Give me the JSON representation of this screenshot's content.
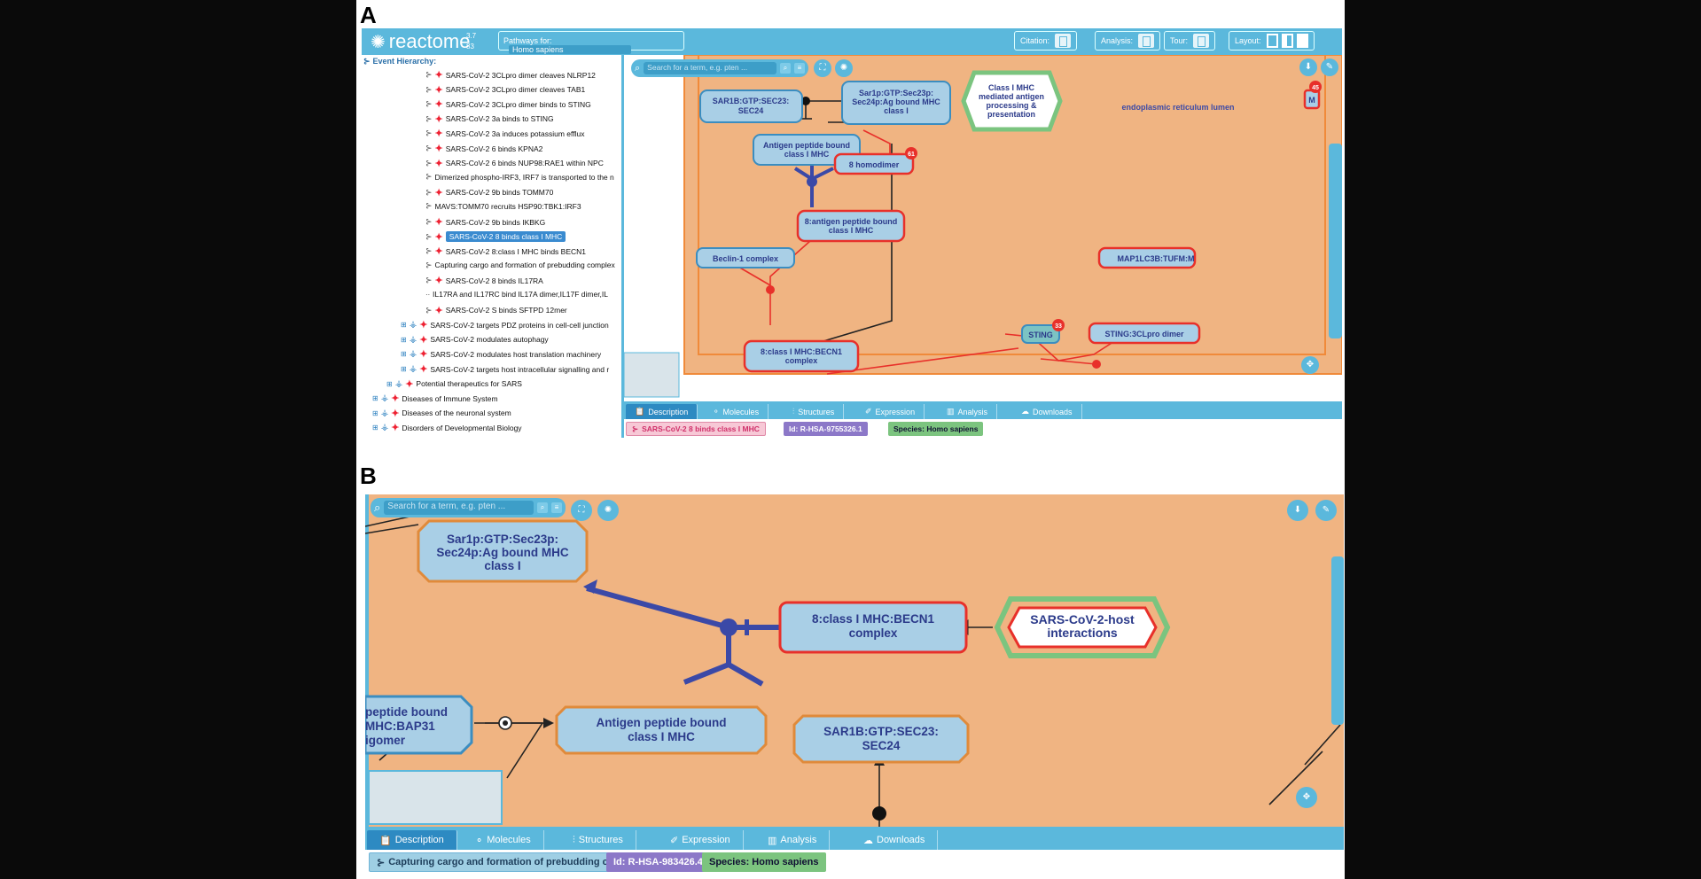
{
  "panels": {
    "a": "A",
    "b": "B"
  },
  "header": {
    "logo": "reactome",
    "version_lines": [
      "3.7",
      "83"
    ],
    "pathways_for_label": "Pathways for:",
    "species_selected": "Homo sapiens",
    "citation": "Citation:",
    "analysis": "Analysis:",
    "tour": "Tour:",
    "layout": "Layout:"
  },
  "event_hierarchy": {
    "title": "Event Hierarchy:",
    "items": [
      {
        "label": "SARS-CoV-2 3CLpro dimer cleaves NLRP12",
        "indent": 3,
        "icon": "reaction",
        "star": true
      },
      {
        "label": "SARS-CoV-2 3CLpro dimer cleaves TAB1",
        "indent": 3,
        "icon": "reaction",
        "star": true
      },
      {
        "label": "SARS-CoV-2 3CLpro dimer binds to STING",
        "indent": 3,
        "icon": "reaction",
        "star": true
      },
      {
        "label": "SARS-CoV-2 3a binds to STING",
        "indent": 3,
        "icon": "reaction",
        "star": true
      },
      {
        "label": "SARS-CoV-2 3a induces potassium efflux",
        "indent": 3,
        "icon": "reaction",
        "star": true
      },
      {
        "label": "SARS-CoV-2 6 binds KPNA2",
        "indent": 3,
        "icon": "reaction",
        "star": true
      },
      {
        "label": "SARS-CoV-2 6 binds NUP98:RAE1 within NPC",
        "indent": 3,
        "icon": "reaction",
        "star": true
      },
      {
        "label": "Dimerized phospho-IRF3, IRF7 is transported to the n",
        "indent": 3,
        "icon": "reaction",
        "star": false
      },
      {
        "label": "SARS-CoV-2 9b binds TOMM70",
        "indent": 3,
        "icon": "reaction",
        "star": true
      },
      {
        "label": "MAVS:TOMM70 recruits HSP90:TBK1:IRF3",
        "indent": 3,
        "icon": "reaction",
        "star": false
      },
      {
        "label": "SARS-CoV-2 9b binds IKBKG",
        "indent": 3,
        "icon": "reaction",
        "star": true
      },
      {
        "label": "SARS-CoV-2 8 binds class I MHC",
        "indent": 3,
        "icon": "reaction",
        "star": true,
        "selected": true
      },
      {
        "label": "SARS-CoV-2 8:class I MHC binds BECN1",
        "indent": 3,
        "icon": "reaction",
        "star": true
      },
      {
        "label": "Capturing cargo and formation of prebudding complex",
        "indent": 3,
        "icon": "reaction",
        "star": false
      },
      {
        "label": "SARS-CoV-2 8 binds IL17RA",
        "indent": 3,
        "icon": "reaction",
        "star": true
      },
      {
        "label": "IL17RA and IL17RC bind IL17A dimer,IL17F dimer,IL",
        "indent": 3,
        "icon": "omitted",
        "star": false
      },
      {
        "label": "SARS-CoV-2 S binds SFTPD 12mer",
        "indent": 3,
        "icon": "reaction",
        "star": true
      },
      {
        "label": "SARS-CoV-2 targets PDZ proteins in cell-cell junction",
        "indent": 2,
        "icon": "pathway",
        "star": true,
        "expand": true
      },
      {
        "label": "SARS-CoV-2 modulates autophagy",
        "indent": 2,
        "icon": "pathway",
        "star": true,
        "expand": true
      },
      {
        "label": "SARS-CoV-2 modulates host translation machinery",
        "indent": 2,
        "icon": "pathway",
        "star": true,
        "expand": true
      },
      {
        "label": "SARS-CoV-2 targets host intracellular signalling and r",
        "indent": 2,
        "icon": "pathway",
        "star": true,
        "expand": true
      },
      {
        "label": "Potential therapeutics for SARS",
        "indent": 1,
        "icon": "pathway",
        "star": true,
        "expand": true
      },
      {
        "label": "Diseases of Immune System",
        "indent": 0,
        "icon": "pathway",
        "star": true,
        "expand": true
      },
      {
        "label": "Diseases of the neuronal system",
        "indent": 0,
        "icon": "pathway",
        "star": true,
        "expand": true
      },
      {
        "label": "Disorders of Developmental Biology",
        "indent": 0,
        "icon": "pathway",
        "star": true,
        "expand": true
      }
    ]
  },
  "search": {
    "placeholder": "Search for a term, e.g. pten ..."
  },
  "diagram_a": {
    "compartment": "endoplasmic reticulum lumen",
    "nodes": {
      "sar1b": [
        "SAR1B:GTP:SEC23:",
        "SEC24"
      ],
      "sar1p": [
        "Sar1p:GTP:Sec23p:",
        "Sec24p:Ag bound MHC",
        "class I"
      ],
      "mhc_proc": [
        "Class I MHC",
        "mediated antigen",
        "processing &",
        "presentation"
      ],
      "antigen": [
        "Antigen peptide bound",
        "class I MHC"
      ],
      "homodimer": [
        "8 homodimer"
      ],
      "homodimer_badge": "61",
      "complex8": [
        "8:antigen peptide bound",
        "class I MHC"
      ],
      "beclin": [
        "Beclin-1 complex"
      ],
      "becn1": [
        "8:class I MHC:BECN1",
        "complex"
      ],
      "sting": [
        "STING"
      ],
      "sting_badge": "33",
      "sting3cl": [
        "STING:3CLpro dimer"
      ],
      "map1lc3b": [
        "MAP1LC3B:TUFM:M"
      ],
      "m_node": "M",
      "m_badge": "45"
    }
  },
  "tabs": [
    "Description",
    "Molecules",
    "Structures",
    "Expression",
    "Analysis",
    "Downloads"
  ],
  "badges_a": {
    "name": "SARS-CoV-2 8 binds class I MHC",
    "id": "Id: R-HSA-9755326.1",
    "species": "Species: Homo sapiens"
  },
  "diagram_b": {
    "nodes": {
      "sar1p": [
        "Sar1p:GTP:Sec23p:",
        "Sec24p:Ag bound MHC",
        "class I"
      ],
      "becn1": [
        "8:class I MHC:BECN1",
        "complex"
      ],
      "host": [
        "SARS-CoV-2-host",
        "interactions"
      ],
      "bap31": [
        "peptide bound",
        "MHC:BAP31",
        "igomer"
      ],
      "antigen": [
        "Antigen peptide bound",
        "class I MHC"
      ],
      "sar1b": [
        "SAR1B:GTP:SEC23:",
        "SEC24"
      ]
    }
  },
  "badges_b": {
    "name": "Capturing cargo and formation of prebudding complex",
    "id": "Id: R-HSA-983426.4",
    "species": "Species: Homo sapiens"
  },
  "colors": {
    "accent": "#5bb8dc",
    "diagram_bg": "#f0b482",
    "node_fill": "#a9cfe6",
    "disease_red": "#e8302a",
    "highlight_blue": "#3a8bd0"
  }
}
